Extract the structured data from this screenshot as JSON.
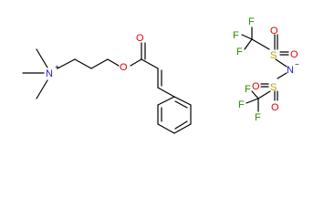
{
  "molecule_left": {
    "atoms": {
      "nitrogen": "N",
      "nitrogen_charge": "+",
      "ester_oxygen": "O",
      "carbonyl_oxygen": "O"
    },
    "colors": {
      "oxygen": "#e00000",
      "nitrogen": "#1a1ad0",
      "bond": "#000000"
    }
  },
  "molecule_right": {
    "atoms": {
      "sulfur_top": "S",
      "sulfur_bottom": "S",
      "nitrogen": "N",
      "nitrogen_charge": "−",
      "oxygens": [
        "O",
        "O",
        "O",
        "O"
      ],
      "fluorines": [
        "F",
        "F",
        "F",
        "F",
        "F",
        "F"
      ]
    },
    "colors": {
      "sulfur": "#b8a000",
      "fluorine": "#2a8a00",
      "oxygen": "#e00000",
      "nitrogen": "#1a1ad0"
    }
  }
}
